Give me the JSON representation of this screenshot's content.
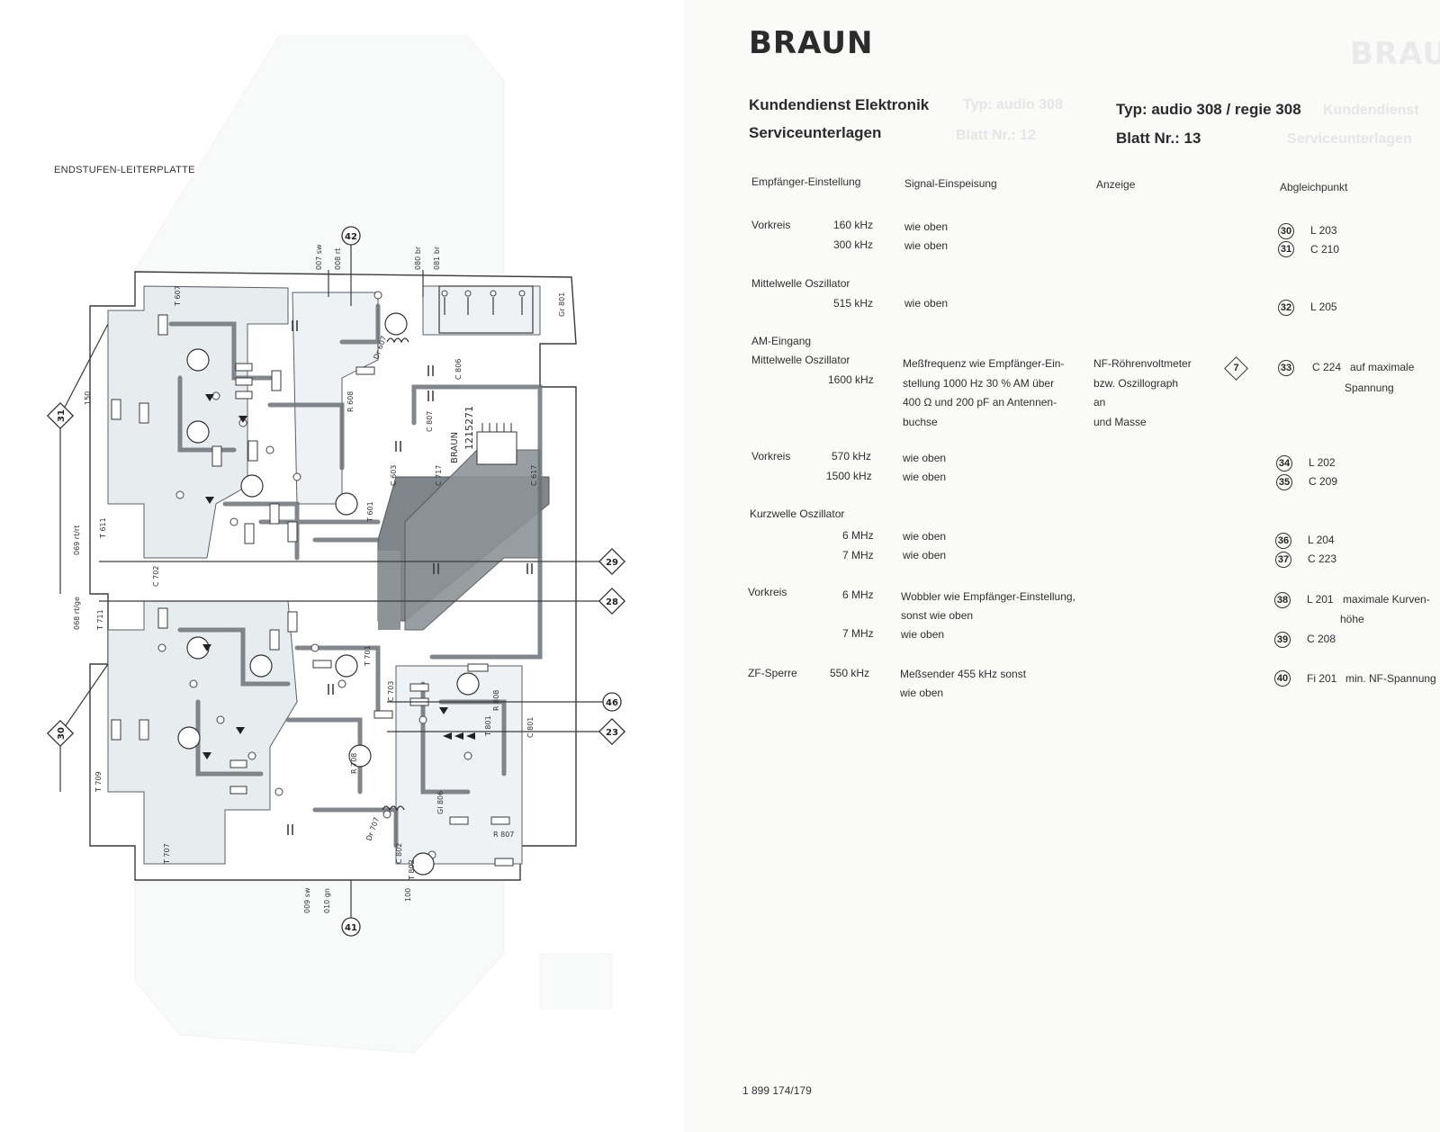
{
  "pcb": {
    "title": "ENDSTUFEN-LEITERPLATTE",
    "markers": [
      {
        "num": "31",
        "shape": "diamond"
      },
      {
        "num": "30",
        "shape": "diamond"
      },
      {
        "num": "29",
        "shape": "diamond"
      },
      {
        "num": "28",
        "shape": "diamond"
      },
      {
        "num": "46",
        "shape": "circle"
      },
      {
        "num": "23",
        "shape": "diamond"
      },
      {
        "num": "42",
        "shape": "circle"
      },
      {
        "num": "41",
        "shape": "circle"
      }
    ],
    "labels": [
      "007 sw",
      "008 rt",
      "080 br",
      "081 br",
      "Gr 801",
      "069 rt/rt",
      "068 rt/ge",
      "150",
      "009 sw",
      "010 gn",
      "100",
      "T 711",
      "T 707",
      "T 709",
      "T 607",
      "T 611",
      "C 617",
      "C 717",
      "C 807",
      "C 806",
      "C 801",
      "C 802",
      "C 702",
      "Dr 607",
      "Dr 707",
      "T 801",
      "T 802",
      "T 701",
      "T 601",
      "C 603",
      "C 703",
      "R 608",
      "R 708",
      "R 808",
      "R 807",
      "Gl 806",
      "1215271",
      "BRAUN"
    ]
  },
  "header": {
    "brand": "BRAUN",
    "line1": "Kundendienst Elektronik",
    "line2": "Serviceunterlagen",
    "type": "Typ: audio 308 / regie 308",
    "sheet": "Blatt Nr.: 13"
  },
  "columns": {
    "receiver": "Empfänger-Einstellung",
    "signal": "Signal-Einspeisung",
    "display": "Anzeige",
    "point": "Abgleichpunkt"
  },
  "rows": {
    "r1": {
      "label": "Vorkreis",
      "f1": "160 kHz",
      "f2": "300 kHz",
      "s1": "wie oben",
      "s2": "wie oben",
      "c1": "30",
      "p1": "L 203",
      "c2": "31",
      "p2": "C 210"
    },
    "r2": {
      "label": "Mittelwelle Oszillator",
      "f1": "515 kHz",
      "s1": "wie oben",
      "c1": "32",
      "p1": "L 205"
    },
    "r3": {
      "label1": "AM-Eingang",
      "label2": "Mittelwelle Oszillator",
      "f1": "1600 kHz",
      "s1": "Meßfrequenz wie Empfänger-Ein-",
      "s2": "stellung 1000 Hz 30 % AM über",
      "s3": "400 Ω und 200 pF an Antennen-",
      "s4": "buchse",
      "d1": "NF-Röhrenvoltmeter",
      "d2": "bzw. Oszillograph",
      "d3": "an",
      "d4": "und Masse",
      "diamond": "7",
      "c1": "33",
      "p1": "C 224",
      "p1b": "auf maximale",
      "p1c": "Spannung"
    },
    "r4": {
      "label": "Vorkreis",
      "f1": "570 kHz",
      "f2": "1500 kHz",
      "s1": "wie oben",
      "s2": "wie oben",
      "c1": "34",
      "p1": "L 202",
      "c2": "35",
      "p2": "C 209"
    },
    "r5": {
      "label": "Kurzwelle Oszillator",
      "f1": "6 MHz",
      "f2": "7 MHz",
      "s1": "wie oben",
      "s2": "wie oben",
      "c1": "36",
      "p1": "L 204",
      "c2": "37",
      "p2": "C 223"
    },
    "r6": {
      "label": "Vorkreis",
      "f1": "6 MHz",
      "f2": "7 MHz",
      "s1": "Wobbler wie Empfänger-Einstellung,",
      "s2": "sonst wie oben",
      "s3": "wie oben",
      "c1": "38",
      "p1": "L 201",
      "p1b": "maximale Kurven-",
      "p1c": "höhe",
      "c2": "39",
      "p2": "C 208"
    },
    "r7": {
      "label": "ZF-Sperre",
      "f1": "550 kHz",
      "s1": "Meßsender 455 kHz sonst",
      "s2": "wie oben",
      "c1": "40",
      "p1": "Fi 201",
      "p1b": "min. NF-Spannung"
    }
  },
  "footer": "1 899 174/179",
  "ghosts": {
    "g1": "Typ: audio 308",
    "g2": "Blatt Nr.: 12",
    "g3": "Kundendienst",
    "g4": "Serviceunterlagen",
    "g5": "BRAUN"
  }
}
